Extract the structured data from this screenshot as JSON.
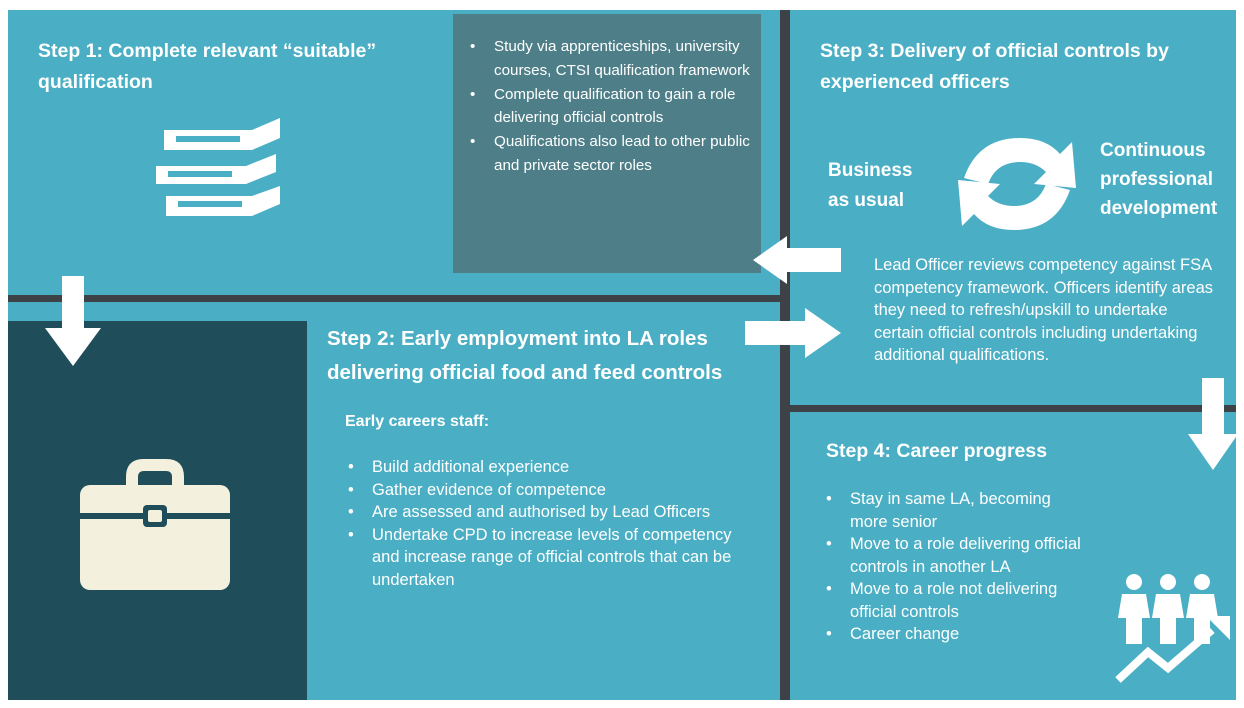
{
  "colors": {
    "panel": "#4aafc4",
    "dark_panel": "#1f4e5a",
    "grey_box": "#4e7f89",
    "divider": "#3d4247",
    "text": "#ffffff"
  },
  "step1": {
    "title": "Step 1: Complete relevant “suitable” qualification",
    "icon": "books-icon"
  },
  "study_box": {
    "bullets": [
      "Study via apprenticeships, university courses, CTSI qualification framework",
      "Complete qualification to gain a role delivering official controls",
      "Qualifications also lead to other public and private sector roles"
    ]
  },
  "step2": {
    "title": "Step 2: Early employment into LA roles delivering official food and feed controls",
    "subheading": "Early careers staff:",
    "bullets": [
      "Build additional experience",
      "Gather evidence of competence",
      "Are assessed and authorised by Lead Officers",
      "Undertake CPD to increase levels of competency and increase range of official controls that can be undertaken"
    ],
    "icon": "briefcase-icon"
  },
  "step3": {
    "title": "Step 3: Delivery of official controls by experienced officers",
    "left_label": "Business as usual",
    "right_label": "Continuous professional development",
    "icon": "refresh-cycle-icon",
    "review_text": "Lead Officer reviews competency against FSA competency framework. Officers identify areas they need to refresh/upskill to undertake certain official controls including undertaking additional qualifications."
  },
  "step4": {
    "title": "Step 4: Career progress",
    "bullets": [
      "Stay in same LA, becoming more senior",
      "Move to a role delivering official controls in another LA",
      "Move to a role not delivering official controls",
      "Career change"
    ],
    "icon": "career-growth-icon"
  }
}
